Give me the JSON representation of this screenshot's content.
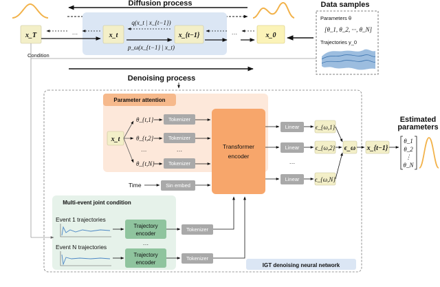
{
  "diffusion": {
    "title": "Diffusion process",
    "x_T": "x_T",
    "x_t": "x_t",
    "x_t_minus_1": "x_{t−1}",
    "x_0": "x_0",
    "forward_label": "q(x_t | x_{t−1})",
    "reverse_label": "p_ω(x_{t−1} | x_t)",
    "condition_label": "Condition",
    "dots": "···"
  },
  "data_samples": {
    "title": "Data samples",
    "parameters_label": "Parameters θ",
    "parameters_vector": "[θ_1, θ_2, ···, θ_N]",
    "trajectories_label": "Trajectories y_0"
  },
  "denoising": {
    "title": "Denoising process",
    "parameter_attention_title": "Parameter attention",
    "input_x": "x_t",
    "thetas": [
      "θ_{t,1}",
      "θ_{t,2}",
      "θ_{t,N}"
    ],
    "tokenizer_label": "Tokenizer",
    "ellipsis": "···",
    "transformer_label_line1": "Transformer",
    "transformer_label_line2": "encoder",
    "time_label": "Time",
    "sin_embed_label": "Sin embed",
    "linear_label": "Linear",
    "epsilons": [
      "ϵ_{ω,1}",
      "ϵ_{ω,2}",
      "ϵ_{ω,N}"
    ],
    "epsilon_combined": "ϵ_ω",
    "output_x": "x_{t−1}",
    "estimated_title_line1": "Estimated",
    "estimated_title_line2": "parameters",
    "estimated_vector": [
      "θ_1",
      "θ_2",
      "⋮",
      "θ_N"
    ],
    "multi_event_title": "Multi-event joint condition",
    "event1_label": "Event 1 trajectories",
    "eventN_label": "Event N trajectories",
    "trajectory_encoder_line1": "Trajectory",
    "trajectory_encoder_line2": "encoder",
    "network_label": "IGT denoising neural network"
  },
  "colors": {
    "diffusion_bg": "#dbe6f4",
    "state_box": "#f3efc8",
    "x0_box": "#fbf3b8",
    "attention_bg": "#fde8da",
    "attention_title": "#f6b98c",
    "transformer": "#f7a66b",
    "grey_box": "#a9a9a9",
    "green_bg": "#e6f2ea",
    "green_box": "#8fc49e",
    "network_label_bg": "#dbe6f4",
    "curve": "#f2b24a",
    "trajectory": "#4a86c5"
  }
}
